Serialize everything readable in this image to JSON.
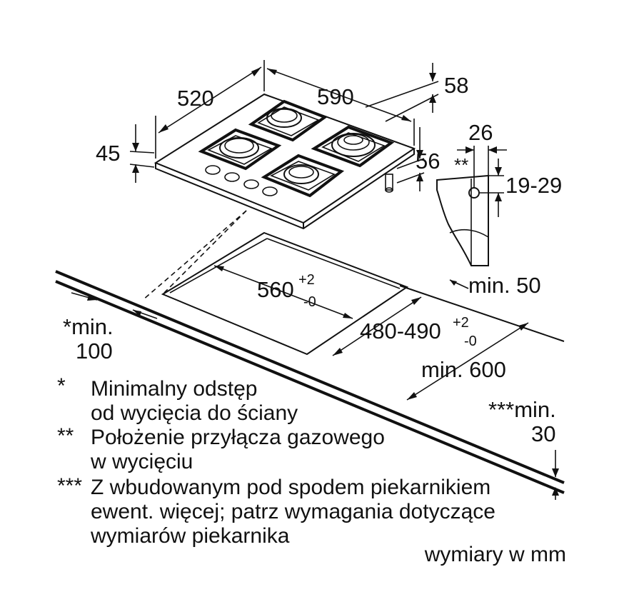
{
  "dimensions": {
    "hob_depth": "520",
    "hob_width": "590",
    "hob_height": "45",
    "overall_height": "58",
    "foot_height": "56",
    "connection_offset": "26",
    "connection_marker": "**",
    "connection_height": "19-29",
    "cutout_width_main": "560",
    "cutout_width_plus": "+2",
    "cutout_width_minus": "-0",
    "cutout_depth_main": "480-490",
    "cutout_depth_plus": "+2",
    "cutout_depth_minus": "-0",
    "min_front": "min. 50",
    "min_depth": "min. 600",
    "min_wall_line1": "*min.",
    "min_wall_line2": "100",
    "min_oven_line1": "***min.",
    "min_oven_line2": "30"
  },
  "legend": [
    {
      "mark": "*",
      "lines": [
        "Minimalny odstęp",
        "od wycięcia do ściany"
      ]
    },
    {
      "mark": "**",
      "lines": [
        "Położenie przyłącza gazowego",
        "w wycięciu"
      ]
    },
    {
      "mark": "***",
      "lines": [
        "Z wbudowanym pod spodem piekarnikiem",
        "ewent. więcej; patrz wymagania dotyczące",
        "wymiarów piekarnika"
      ]
    }
  ],
  "units_note": "wymiary w mm"
}
